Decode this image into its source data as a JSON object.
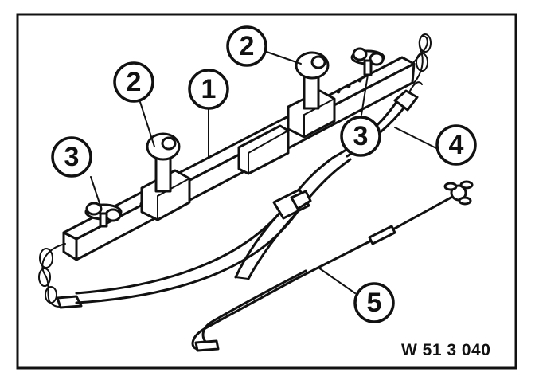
{
  "figure": {
    "reference_code": "W 51 3 040",
    "callouts": [
      {
        "id": "c1",
        "label": "1"
      },
      {
        "id": "c2a",
        "label": "2"
      },
      {
        "id": "c2b",
        "label": "2"
      },
      {
        "id": "c3a",
        "label": "3"
      },
      {
        "id": "c3b",
        "label": "3"
      },
      {
        "id": "c4",
        "label": "4"
      },
      {
        "id": "c5",
        "label": "5"
      }
    ]
  }
}
